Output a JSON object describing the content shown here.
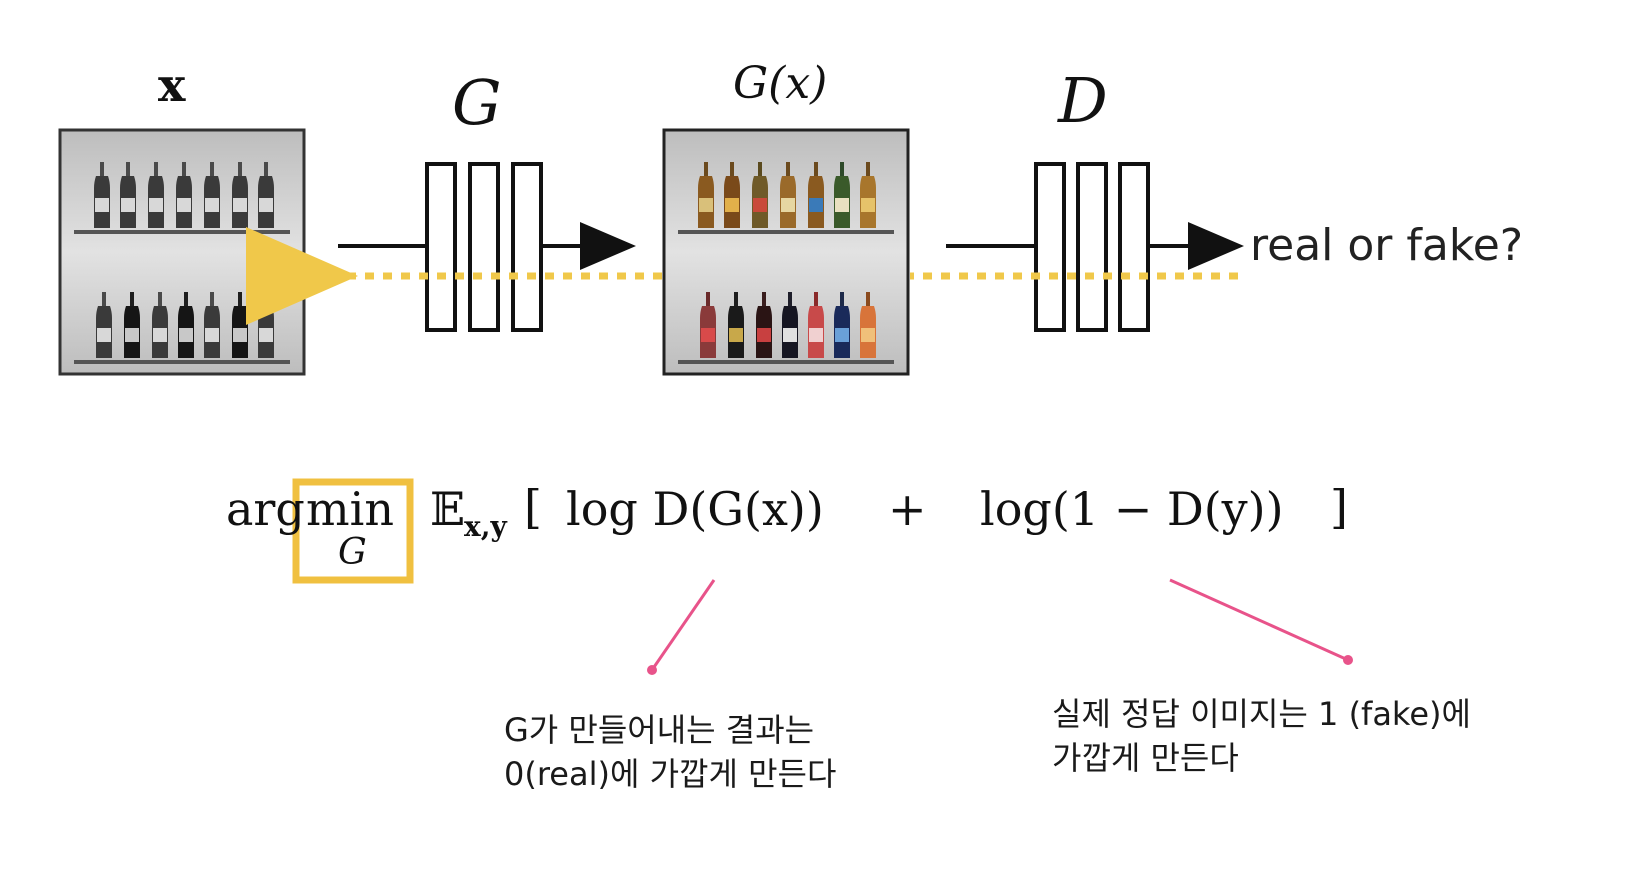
{
  "labels": {
    "input": "x",
    "generator": "G",
    "generated": "G(x)",
    "discriminator": "D",
    "output_question": "real or fake?"
  },
  "formula": {
    "arg": "arg",
    "min": "min",
    "min_subscript": "G",
    "expectation": "𝔼",
    "expectation_subscript": "x,y",
    "bracket_open": "[",
    "term1": "log D(G(x))",
    "plus": "+",
    "term2": "log(1 − D(y))",
    "bracket_close": "]"
  },
  "annotations": {
    "left": {
      "line1": "G가 만들어내는 결과는",
      "line2": "0(real)에 가깝게 만든다"
    },
    "right": {
      "line1": "실제 정답 이미지는 1 (fake)에",
      "line2": "가깝게 만든다"
    }
  },
  "colors": {
    "highlight_box": "#f0c040",
    "dotted_arrow": "#f0c84a",
    "annotation_line": "#e8538a",
    "panel_background": "#c8c8c8",
    "block_stroke": "#111111"
  },
  "icons": {
    "input_image": "bottle-shelf-grayscale-image",
    "output_image": "bottle-shelf-color-image"
  }
}
